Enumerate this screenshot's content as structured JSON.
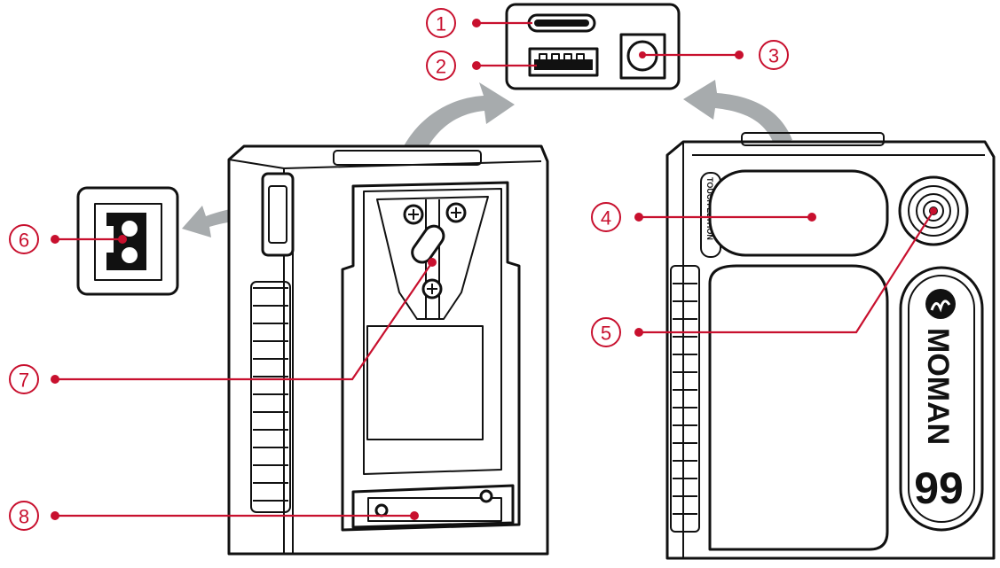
{
  "colors": {
    "callout": "#c8102e",
    "arrow": "#a7abad",
    "outline": "#111111"
  },
  "callouts": [
    {
      "number": "1",
      "label": "①",
      "part": "usb-c-port"
    },
    {
      "number": "2",
      "label": "②",
      "part": "usb-a-port"
    },
    {
      "number": "3",
      "label": "③",
      "part": "dc-port"
    },
    {
      "number": "4",
      "label": "④",
      "part": "display"
    },
    {
      "number": "5",
      "label": "⑤",
      "part": "power-button"
    },
    {
      "number": "6",
      "label": "⑥",
      "part": "d-tap-port"
    },
    {
      "number": "7",
      "label": "⑦",
      "part": "v-mount-plate"
    },
    {
      "number": "8",
      "label": "⑧",
      "part": "contacts"
    }
  ],
  "branding": {
    "name": "MOMAN",
    "model": "99",
    "edition": "TOUCH EDITION"
  }
}
